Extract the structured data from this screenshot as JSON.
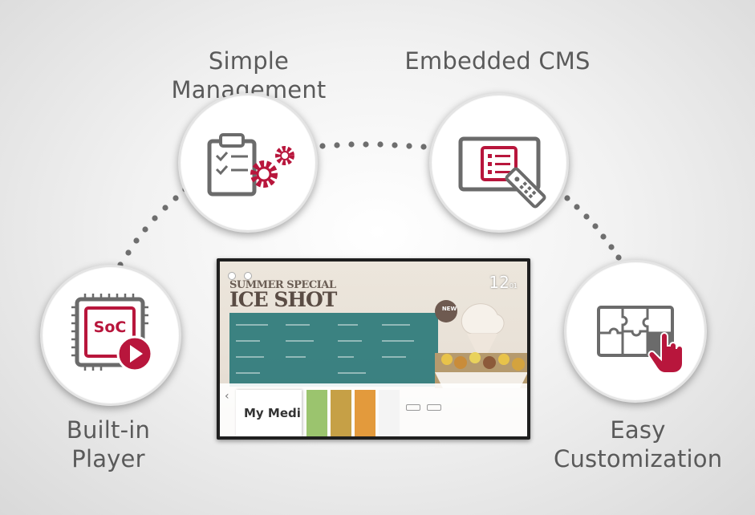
{
  "features": {
    "simple_management": "Simple Management",
    "embedded_cms": "Embedded CMS",
    "built_in_player_line1": "Built-in",
    "built_in_player_line2": "Player",
    "easy_customization_line1": "Easy",
    "easy_customization_line2": "Customization"
  },
  "icons": {
    "player_chip_text": "SoC"
  },
  "tv": {
    "promo_subtitle": "SUMMER SPECIAL",
    "promo_title": "ICE SHOT",
    "clock": "12",
    "clock_minutes": "01",
    "badge": "NEW",
    "my_media_label": "My Medi"
  },
  "colors": {
    "accent": "#b8163c",
    "icon_gray": "#6b6b6b",
    "teal": "#2d7a7a"
  }
}
